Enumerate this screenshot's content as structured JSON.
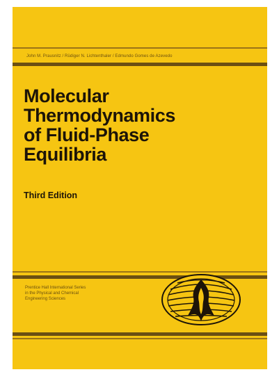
{
  "cover": {
    "authors": "John M. Prausnitz / Rüdiger N. Lichtenthaler / Edmundo Gomes de Azevedo",
    "title_lines": [
      "Molecular",
      "Thermodynamics",
      "of Fluid-Phase",
      "Equilibria"
    ],
    "edition": "Third Edition",
    "series_lines": [
      "Prentice Hall International Series",
      "in the Physical and Chemical",
      "Engineering Sciences"
    ],
    "logo_icon": "prentice-hall-globe-icon",
    "colors": {
      "background": "#f6c512",
      "rules": "#6b4f12",
      "text": "#1c1408"
    }
  }
}
